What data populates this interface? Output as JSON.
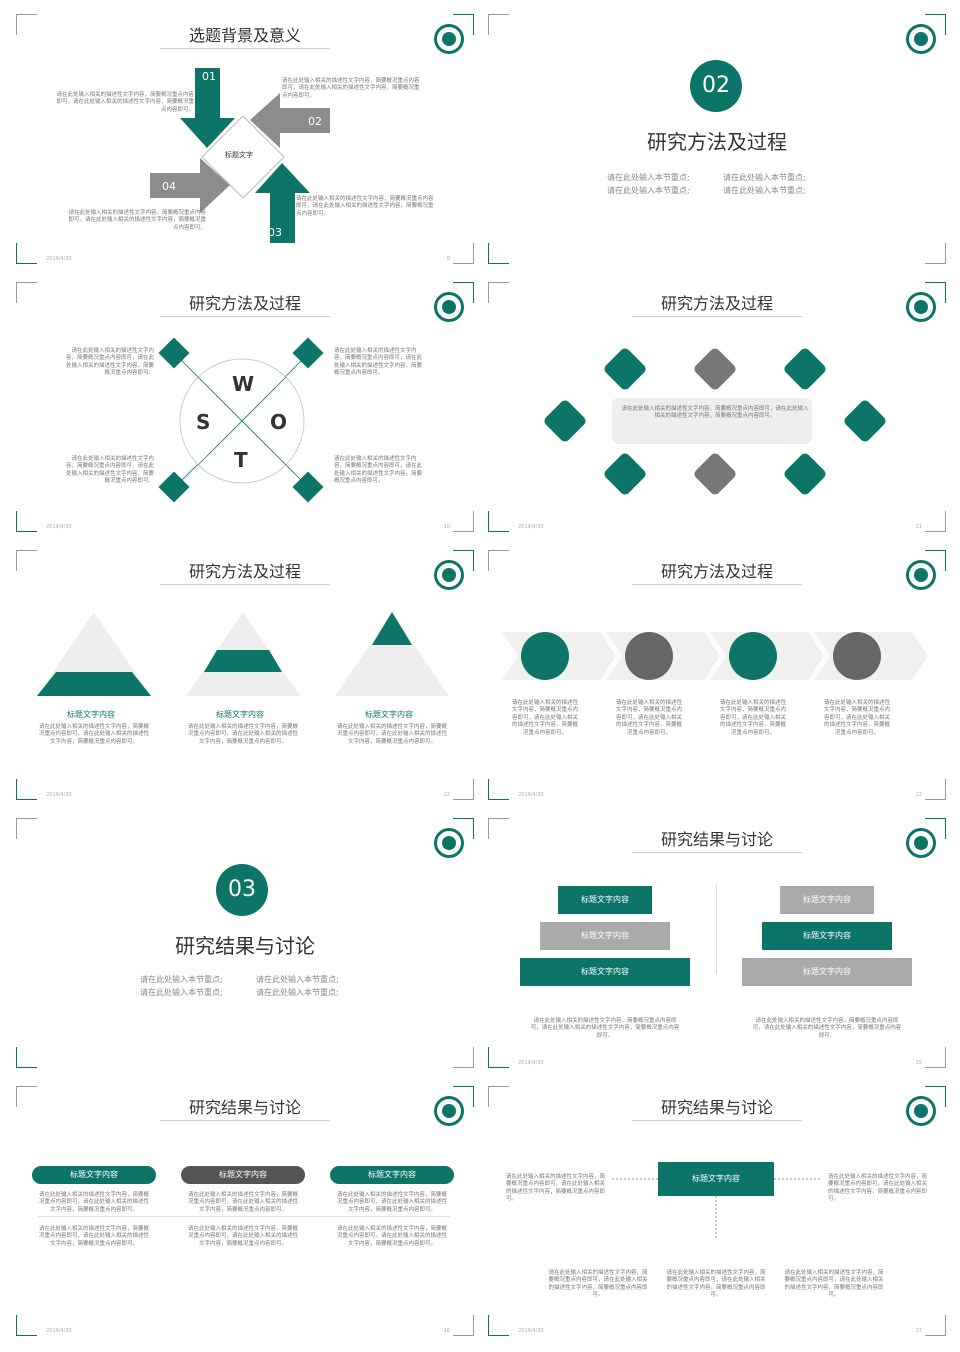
{
  "common": {
    "date": "2019/4/30",
    "desc": "请在此处输入相关的描述性文字内容，简要概况重点内容即可，请在此处输入相关的描述性文字内容，简要概况重点内容即可。"
  },
  "slides": [
    {
      "title": "选题背景及意义",
      "page": "8",
      "center_label": "标题文字",
      "nums": [
        "01",
        "02",
        "03",
        "04"
      ]
    },
    {
      "number": "02",
      "title": "研究方法及过程",
      "bullets": [
        "请在此处输入本节重点;",
        "请在此处输入本节重点;",
        "请在此处输入本节重点;",
        "请在此处输入本节重点;"
      ]
    },
    {
      "title": "研究方法及过程",
      "page": "10",
      "swot": [
        "W",
        "S",
        "O",
        "T"
      ]
    },
    {
      "title": "研究方法及过程",
      "page": "11"
    },
    {
      "title": "研究方法及过程",
      "page": "12",
      "heading": "标题文字内容"
    },
    {
      "title": "研究方法及过程",
      "page": "13"
    },
    {
      "number": "03",
      "title": "研究结果与讨论",
      "bullets": [
        "请在此处输入本节重点;",
        "请在此处输入本节重点;",
        "请在此处输入本节重点;",
        "请在此处输入本节重点;"
      ]
    },
    {
      "title": "研究结果与讨论",
      "page": "15",
      "heading": "标题文字内容"
    },
    {
      "title": "研究结果与讨论",
      "page": "16",
      "heading": "标题文字内容"
    },
    {
      "title": "研究结果与讨论",
      "page": "17",
      "heading": "标题文字内容"
    }
  ]
}
